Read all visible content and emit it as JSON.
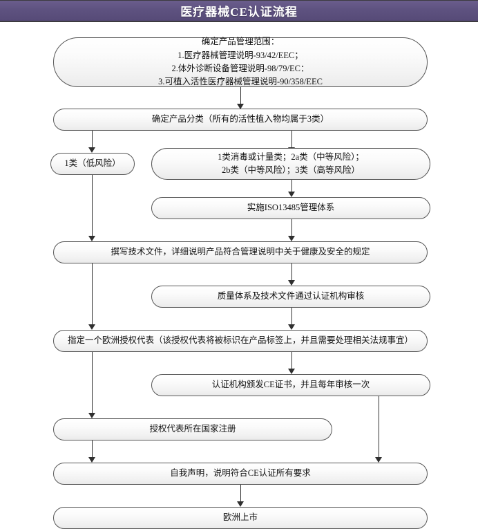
{
  "header": {
    "title": "医疗器械CE认证流程",
    "bar_color": "#5e5280",
    "title_color": "#ffffff"
  },
  "diagram": {
    "type": "flowchart",
    "orientation": "top-to-bottom",
    "node_fill": "#f4f4f4",
    "node_border": "#555555",
    "connector_color": "#2f2f2f",
    "nodes": [
      {
        "id": "scope",
        "lines": [
          "确定产品管理范围：",
          "1.医疗器械管理说明-93/42/EEC；",
          "2.体外诊断设备管理说明-98/79/EC：",
          "3.可植入活性医疗器械管理说明-90/358/EEC"
        ]
      },
      {
        "id": "classification",
        "lines": [
          "确定产品分类（所有的活性植入物均属于3类）"
        ]
      },
      {
        "id": "class1-low-risk",
        "lines": [
          "1类（低风险）"
        ]
      },
      {
        "id": "class-other-risk",
        "lines": [
          "1类消毒或计量类；2a类（中等风险）；",
          "2b类（中等风险）；3类（高等风险）"
        ]
      },
      {
        "id": "iso13485",
        "lines": [
          "实施ISO13485管理体系"
        ]
      },
      {
        "id": "technical-file",
        "lines": [
          "撰写技术文件，详细说明产品符合管理说明中关于健康及安全的规定"
        ]
      },
      {
        "id": "audit",
        "lines": [
          "质量体系及技术文件通过认证机构审核"
        ]
      },
      {
        "id": "authorized-rep",
        "lines": [
          "指定一个欧洲授权代表（该授权代表将被标识在产品标签上，并且需要处理相关法规事宜）"
        ]
      },
      {
        "id": "ce-certificate",
        "lines": [
          "认证机构颁发CE证书，并且每年审核一次"
        ]
      },
      {
        "id": "country-registration",
        "lines": [
          "授权代表所在国家注册"
        ]
      },
      {
        "id": "self-declaration",
        "lines": [
          "自我声明，说明符合CE认证所有要求"
        ]
      },
      {
        "id": "market-eu",
        "lines": [
          "欧洲上市"
        ]
      }
    ],
    "edges": [
      {
        "from": "scope",
        "to": "classification"
      },
      {
        "from": "classification",
        "to": "class1-low-risk"
      },
      {
        "from": "classification",
        "to": "class-other-risk"
      },
      {
        "from": "class-other-risk",
        "to": "iso13485"
      },
      {
        "from": "class1-low-risk",
        "to": "technical-file"
      },
      {
        "from": "iso13485",
        "to": "technical-file"
      },
      {
        "from": "technical-file",
        "to": "audit"
      },
      {
        "from": "technical-file",
        "to": "authorized-rep"
      },
      {
        "from": "audit",
        "to": "authorized-rep"
      },
      {
        "from": "authorized-rep",
        "to": "ce-certificate"
      },
      {
        "from": "authorized-rep",
        "to": "country-registration"
      },
      {
        "from": "ce-certificate",
        "to": "self-declaration"
      },
      {
        "from": "country-registration",
        "to": "self-declaration"
      },
      {
        "from": "self-declaration",
        "to": "market-eu"
      }
    ]
  }
}
